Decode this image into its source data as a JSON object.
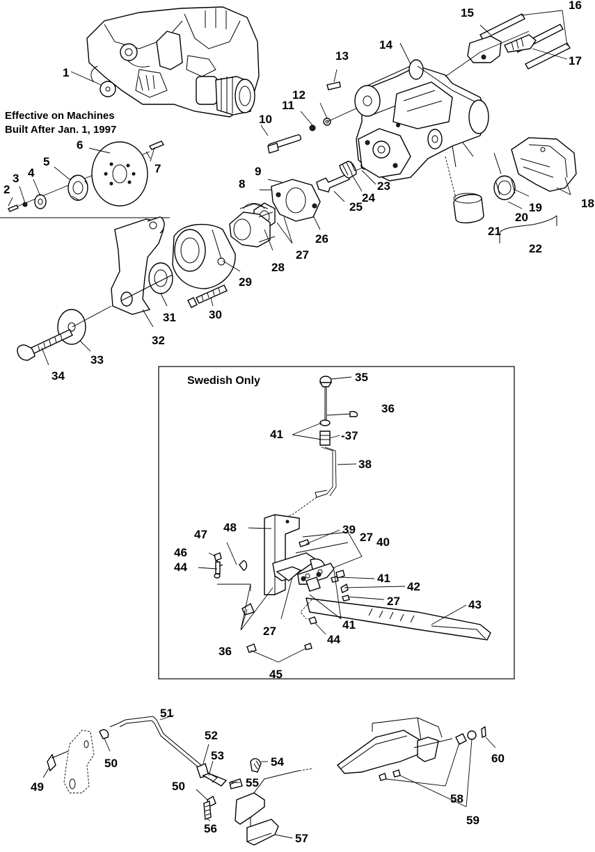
{
  "note": {
    "line1": "Effective on Machines",
    "line2": "Built After Jan. 1, 1997"
  },
  "swedish_box": {
    "title": "Swedish Only"
  },
  "callouts": {
    "c1": "1",
    "c2": "2",
    "c3": "3",
    "c4": "4",
    "c5": "5",
    "c6": "6",
    "c7": "7",
    "c8": "8",
    "c9": "9",
    "c10": "10",
    "c11": "11",
    "c12": "12",
    "c13": "13",
    "c14": "14",
    "c15": "15",
    "c16": "16",
    "c17": "17",
    "c18": "18",
    "c19": "19",
    "c20": "20",
    "c21": "21",
    "c22": "22",
    "c23": "23",
    "c24": "24",
    "c25": "25",
    "c26": "26",
    "c27": "27",
    "c28": "28",
    "c29": "29",
    "c30": "30",
    "c31": "31",
    "c32": "32",
    "c33": "33",
    "c34": "34",
    "c35": "35",
    "c36": "36",
    "c37": "-37",
    "c38": "38",
    "c39": "39",
    "c40": "40",
    "c41": "41",
    "c42": "42",
    "c43": "43",
    "c44": "44",
    "c45": "45",
    "c46": "46",
    "c47": "47",
    "c48": "48",
    "c49": "49",
    "c50": "50",
    "c51": "51",
    "c52": "52",
    "c53": "53",
    "c54": "54",
    "c55": "55",
    "c56": "56",
    "c57": "57",
    "c58": "58",
    "c59": "59",
    "c60": "60"
  }
}
